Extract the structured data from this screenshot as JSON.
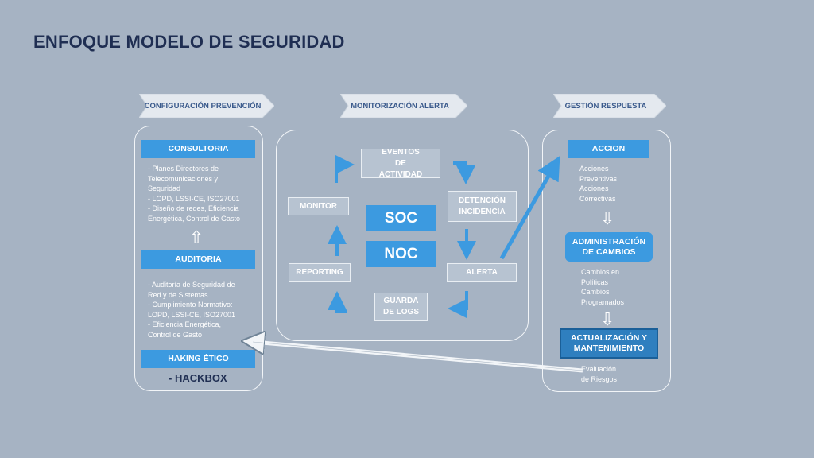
{
  "title": "ENFOQUE MODELO DE SEGURIDAD",
  "phases": [
    {
      "label": "CONFIGURACIÓN PREVENCIÓN"
    },
    {
      "label": "MONITORIZACIÓN ALERTA"
    },
    {
      "label": "GESTIÓN RESPUESTA"
    }
  ],
  "left": {
    "consultoria": "CONSULTORIA",
    "consultoria_text": "-  Planes Directores de\nTelecomunicaciones y\nSeguridad\n- LOPD, LSSI-CE, ISO27001\n-  Diseño de redes, Eficiencia\nEnergética, Control de Gasto",
    "auditoria": "AUDITORIA",
    "auditoria_text": "-  Auditoría de  Seguridad de\nRed y de Sistemas\n-  Cumplimiento Normativo:\nLOPD, LSSI-CE, ISO27001\n- Eficiencia Energética,\nControl de Gasto",
    "haking": "HAKING ÉTICO",
    "hackbox": "- HACKBOX"
  },
  "center": {
    "eventos": "EVENTOS DE ACTIVIDAD",
    "deteccion": "DETENCIÓN INCIDENCIA",
    "monitor": "MONITOR",
    "reporting": "REPORTING",
    "alerta": "ALERTA",
    "guarda": "GUARDA DE LOGS",
    "soc": "SOC",
    "noc": "NOC"
  },
  "right": {
    "accion": "ACCION",
    "accion_text": "Acciones\nPreventivas\nAcciones\nCorrectivas",
    "admin": "ADMINISTRACIÓN DE CAMBIOS",
    "admin_text": "Cambios en\nPolíticas\nCambios\nProgramados",
    "actualizacion": "ACTUALIZACIÓN Y MANTENIMIENTO",
    "actualizacion_text": "Evaluación\nde Riesgos"
  },
  "colors": {
    "background": "#a6b3c3",
    "accent": "#3c9ae0",
    "title": "#1f2e52"
  }
}
